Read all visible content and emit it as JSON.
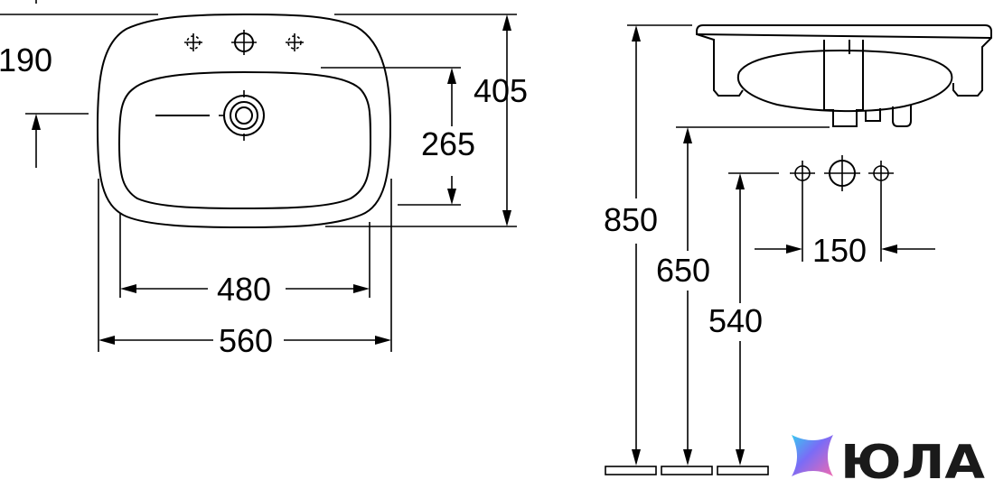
{
  "dimensions": {
    "d190": "190",
    "d405": "405",
    "d265": "265",
    "d480": "480",
    "d560": "560",
    "d850": "850",
    "d650": "650",
    "d540": "540",
    "d150": "150"
  },
  "logo": {
    "text": "ЮЛА",
    "text_color": "#1a1a1a",
    "gradient": [
      "#5b7cfa",
      "#a65cf0",
      "#f06ab0",
      "#39c8f0"
    ]
  },
  "icons": {
    "tap_hole": "crosshair-circle-icon",
    "overflow": "concentric-circle-icon",
    "logo_mark": "star-logo-icon"
  }
}
